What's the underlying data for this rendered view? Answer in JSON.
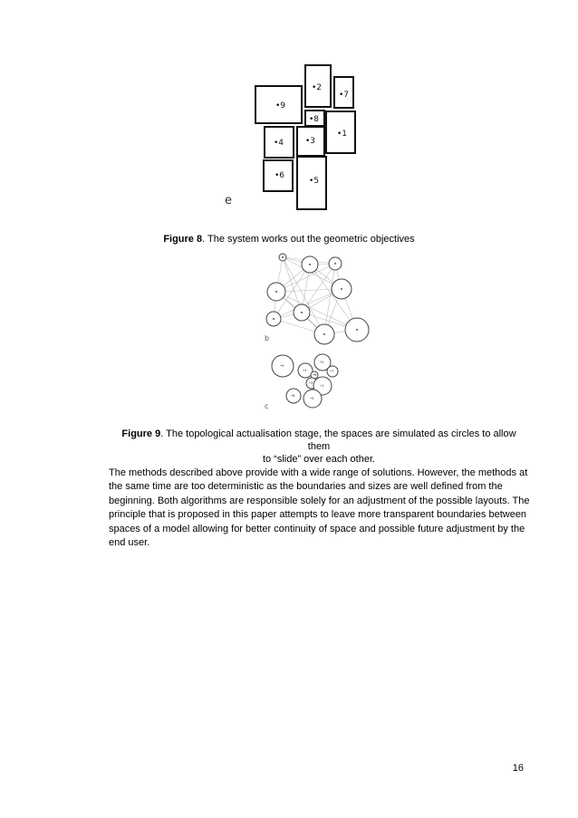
{
  "figure8": {
    "panel_letter": "e",
    "labels": [
      "•2",
      "•7",
      "•9",
      "•8",
      "•1",
      "•4",
      "•3",
      "•6",
      "•5"
    ],
    "caption_label": "Figure 8",
    "caption_text": ". The system works out the geometric objectives"
  },
  "figure9": {
    "panel_b_letter": "b",
    "panel_c_letter": "c",
    "caption_label": "Figure 9",
    "caption_line1": ". The topological actualisation stage, the spaces are simulated as circles to allow them",
    "caption_line2": "to “slide” over each other."
  },
  "body_paragraph": "The methods described above provide with a wide range of solutions. However, the methods at the same time are too deterministic as the boundaries and sizes are well defined from the beginning. Both algorithms are responsible solely for an adjustment of the possible layouts. The principle that is proposed in this paper attempts to leave more transparent boundaries between spaces of a model allowing for better continuity of space and possible future adjustment by the end user.",
  "page_number": "16"
}
